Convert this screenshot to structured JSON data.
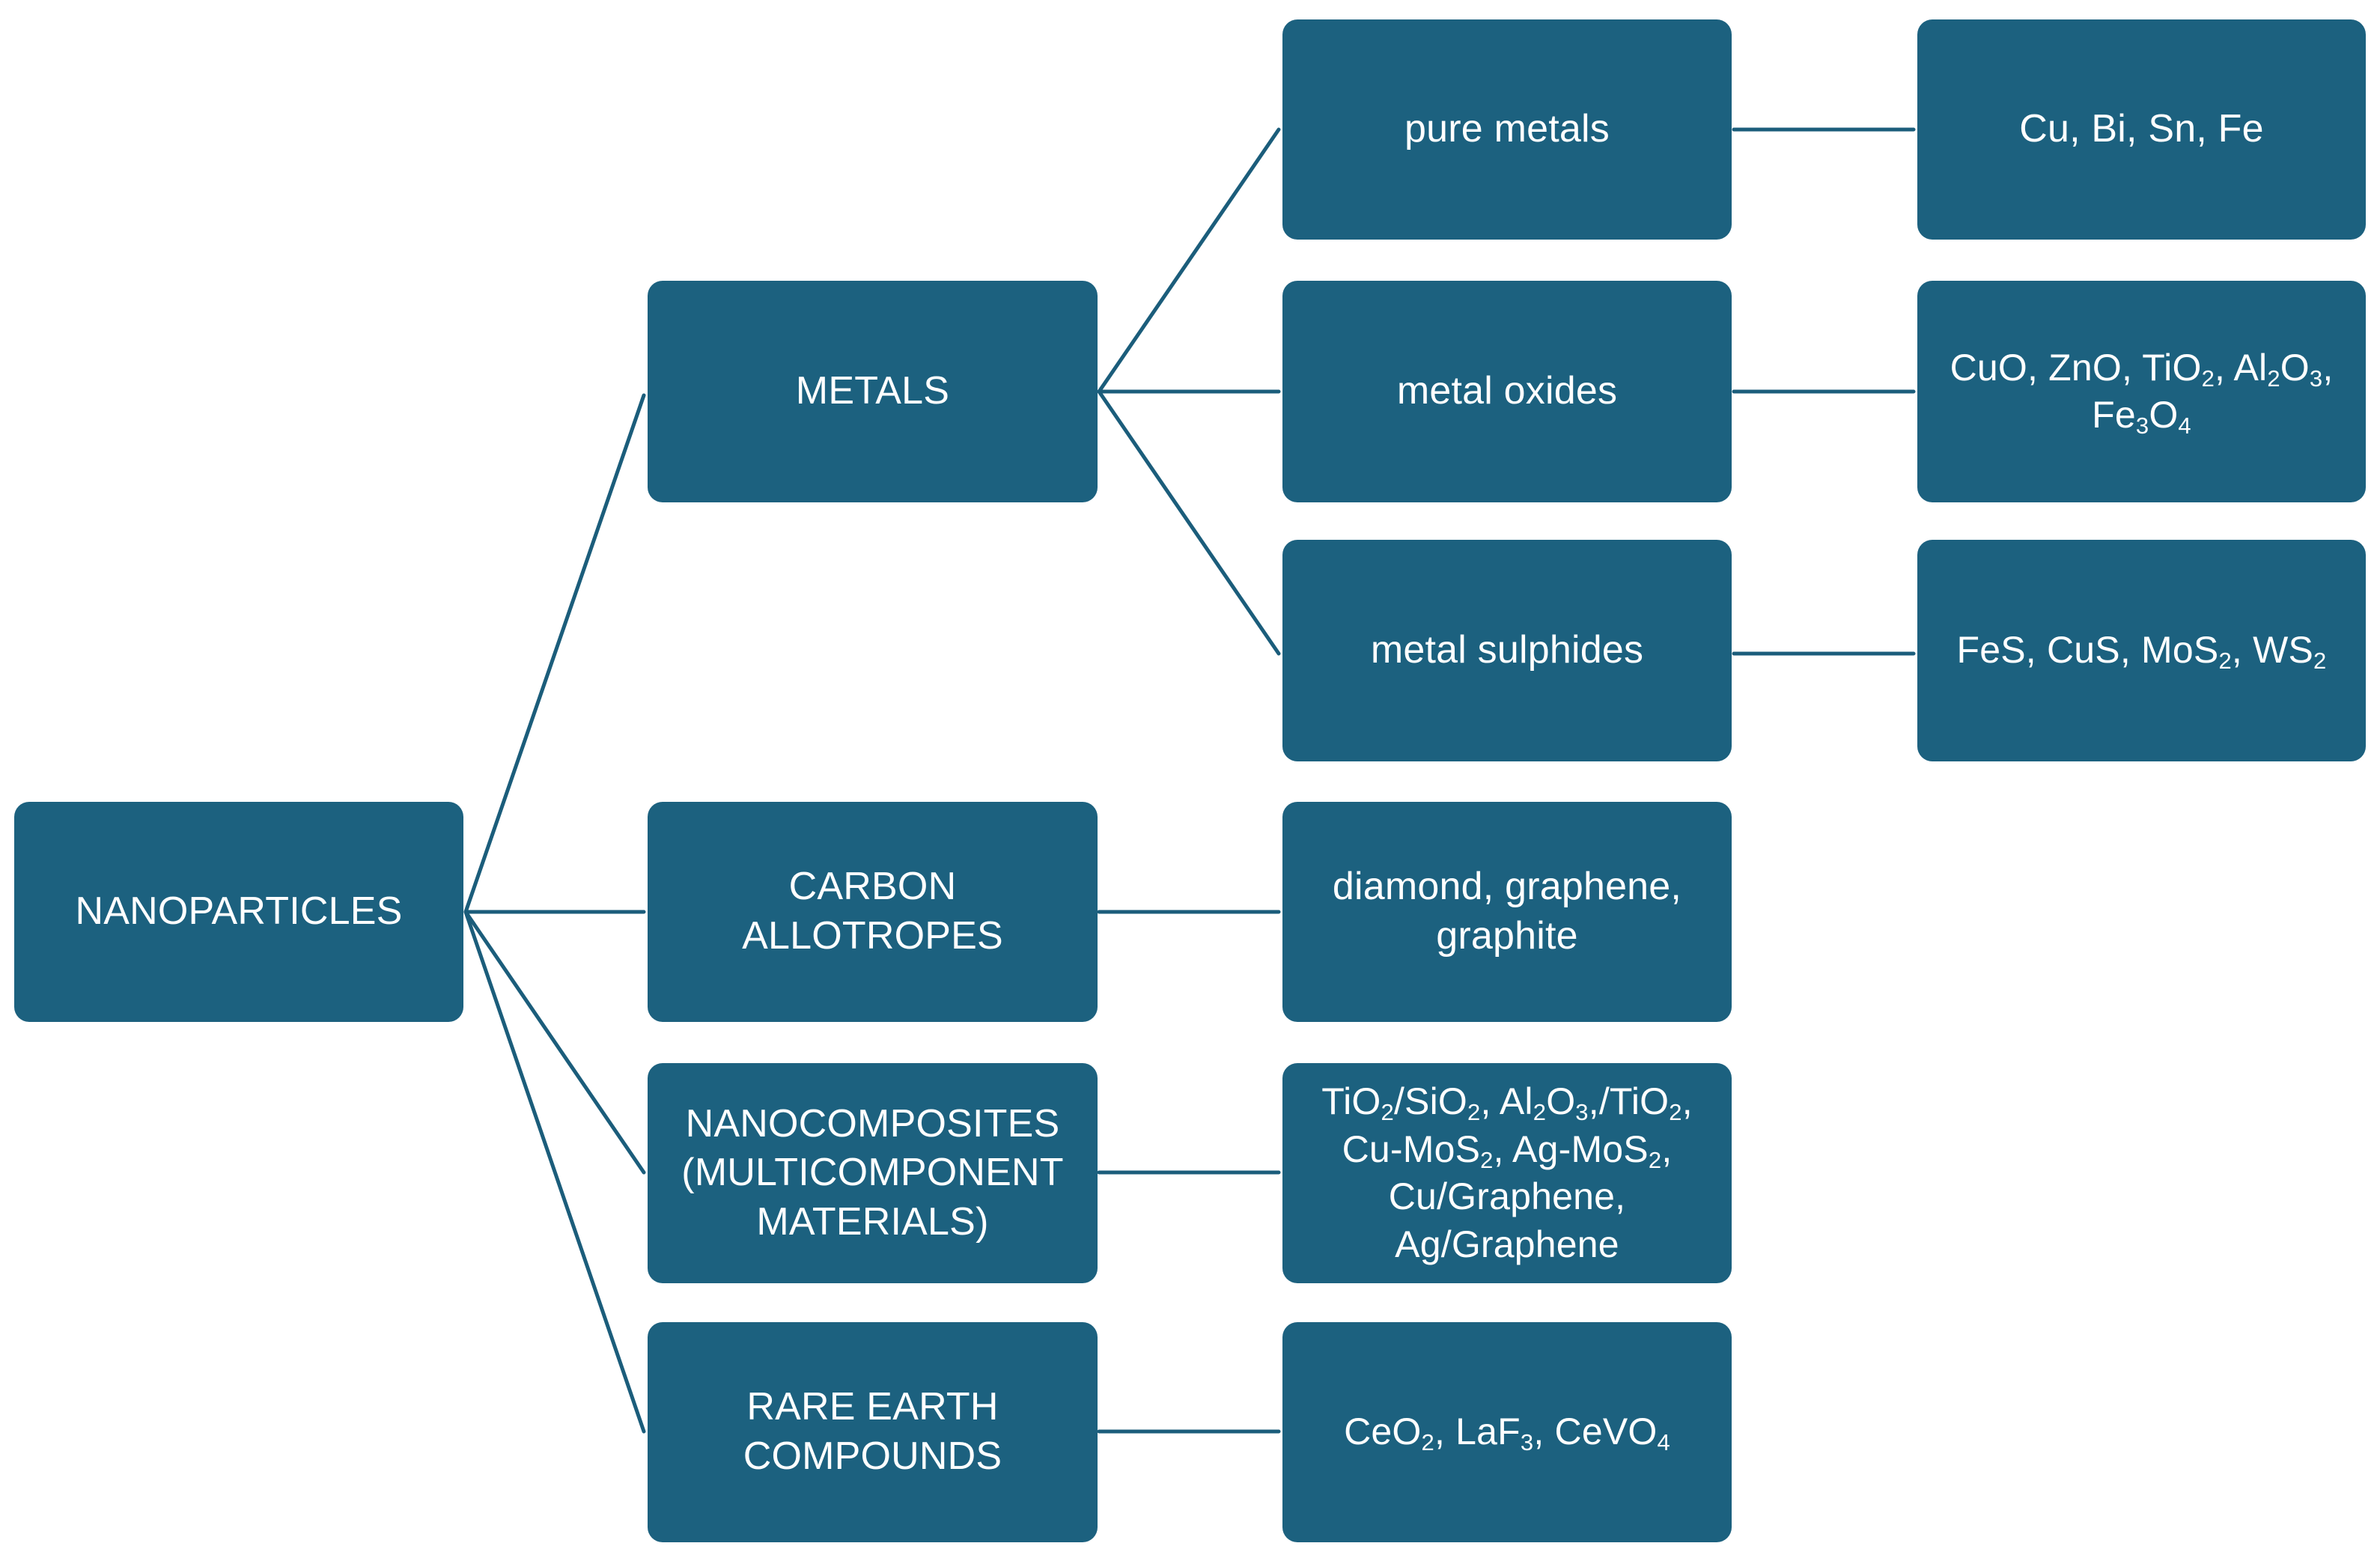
{
  "diagram": {
    "colors": {
      "node_fill": "#1c617f",
      "node_text": "#ffffff",
      "connector": "#1b5d7b",
      "background": "#ffffff"
    },
    "root": {
      "id": "nanoparticles",
      "label": "NANOPARTICLES"
    },
    "categories": [
      {
        "id": "metals",
        "label": "METALS",
        "children": [
          {
            "id": "pure-metals",
            "label": "pure metals",
            "examples": "Cu, Bi, Sn, Fe"
          },
          {
            "id": "metal-oxides",
            "label": "metal oxides",
            "examples": "CuO, ZnO, TiO2, Al2O3, Fe3O4"
          },
          {
            "id": "metal-sulphides",
            "label": "metal sulphides",
            "examples": "FeS, CuS, MoS2, WS2"
          }
        ]
      },
      {
        "id": "carbon-allotropes",
        "label": "CARBON ALLOTROPES",
        "examples": "diamond, graphene, graphite"
      },
      {
        "id": "nanocomposites",
        "label": "NANOCOMPOSITES (MULTICOMPONENT MATERIALS)",
        "examples": "TiO2/SiO2, Al2O3,/TiO2, Cu-MoS2, Ag-MoS2, Cu/Graphene, Ag/Graphene"
      },
      {
        "id": "rare-earth",
        "label": "RARE EARTH COMPOUNDS",
        "examples": "CeO2, LaF3, CeVO4"
      }
    ]
  }
}
